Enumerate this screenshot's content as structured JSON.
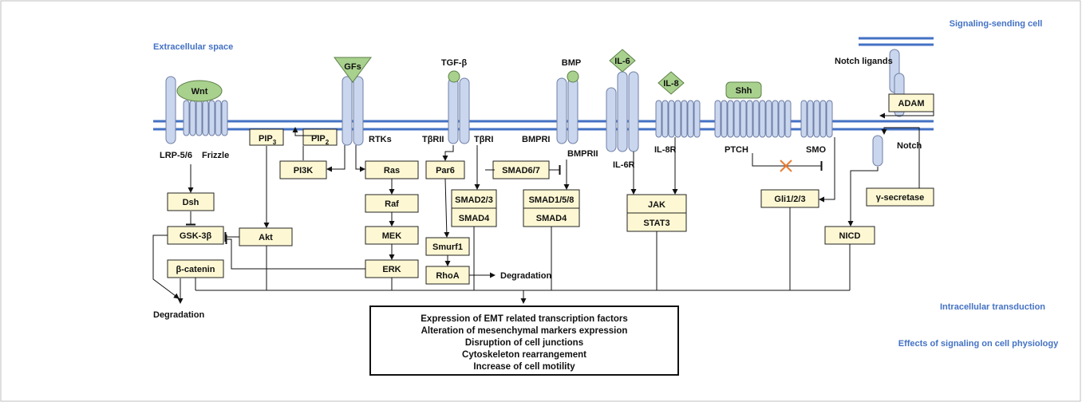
{
  "colors": {
    "membrane": "#4472c4",
    "receptor_fill": "#c9d6ee",
    "receptor_stroke": "#6f7fa6",
    "ligand_fill": "#a9d18e",
    "box_fill": "#fdf8d3",
    "region_text": "#4472c4",
    "inhibit_cross": "#ed7d31"
  },
  "regions": {
    "extracellular": "Extracellular space",
    "sending_cell": "Signaling-sending cell",
    "intracellular": "Intracellular transduction",
    "effects": "Effects of signaling on cell physiology"
  },
  "ligands": {
    "wnt": "Wnt",
    "gfs": "GFs",
    "tgfb": "TGF-β",
    "bmp": "BMP",
    "il6": "IL-6",
    "il8": "IL-8",
    "shh": "Shh",
    "notch_ligands": "Notch ligands"
  },
  "receptors": {
    "lrp": "LRP-5/6",
    "frizzle": "Frizzle",
    "rtks": "RTKs",
    "tbrii": "TβRII",
    "tbri": "TβRI",
    "bmpri": "BMPRI",
    "bmprii": "BMPRII",
    "il6r": "IL-6R",
    "il8r": "IL-8R",
    "ptch": "PTCH",
    "smo": "SMO",
    "notch": "Notch"
  },
  "nodes": {
    "pip3": "PIP",
    "pip3_sub": "3",
    "pip2": "PIP",
    "pip2_sub": "2",
    "pi3k": "PI3K",
    "akt": "Akt",
    "dsh": "Dsh",
    "gsk": "GSK-3β",
    "bcat": "β-catenin",
    "ras": "Ras",
    "raf": "Raf",
    "mek": "MEK",
    "erk": "ERK",
    "par6": "Par6",
    "smurf1": "Smurf1",
    "rhoa": "RhoA",
    "smad67": "SMAD6/7",
    "smad23": "SMAD2/3",
    "smad4a": "SMAD4",
    "smad158": "SMAD1/5/8",
    "smad4b": "SMAD4",
    "jak": "JAK",
    "stat3": "STAT3",
    "gli": "Gli1/2/3",
    "nicd": "NICD",
    "gsec": "γ-secretase",
    "adam": "ADAM"
  },
  "labels": {
    "degradation_left": "Degradation",
    "degradation_mid": "Degradation"
  },
  "outcomes": [
    "Expression of EMT related transcription factors",
    "Alteration of mesenchymal markers expression",
    "Disruption of cell junctions",
    "Cytoskeleton rearrangement",
    "Increase of cell motility"
  ]
}
